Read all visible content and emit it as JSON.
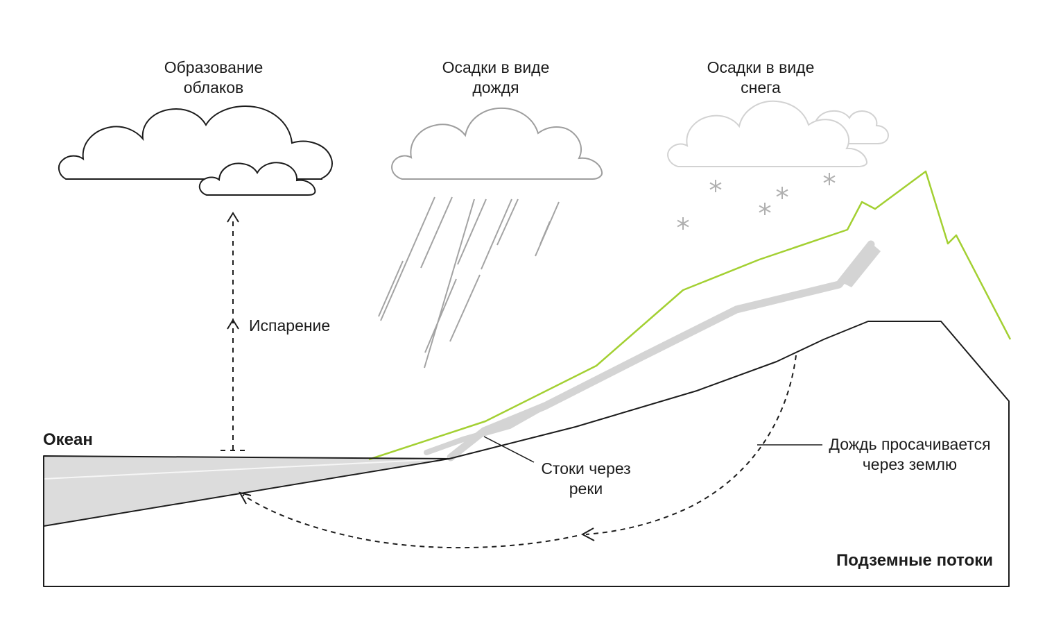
{
  "diagram": {
    "description": "Water cycle diagram (Russian)",
    "labels": {
      "cloud_formation": "Образование\nоблаков",
      "rain": "Осадки в виде\nдождя",
      "snow": "Осадки в виде\nснега",
      "evaporation": "Испарение",
      "ocean": "Океан",
      "river_runoff": "Стоки через\nреки",
      "rain_seeps": "Дождь просачивается\nчерез землю",
      "underground_flows": "Подземные потоки"
    },
    "colors": {
      "outline": "#1c1c1c",
      "rain_cloud": "#9e9e9e",
      "rain_lines": "#a3a3a3",
      "snow_cloud": "#d2d2d2",
      "snowflake": "#b0b0b0",
      "ocean_fill": "#dcdcdc",
      "river": "#d4d4d4",
      "mountain_green": "#a3d032"
    }
  }
}
